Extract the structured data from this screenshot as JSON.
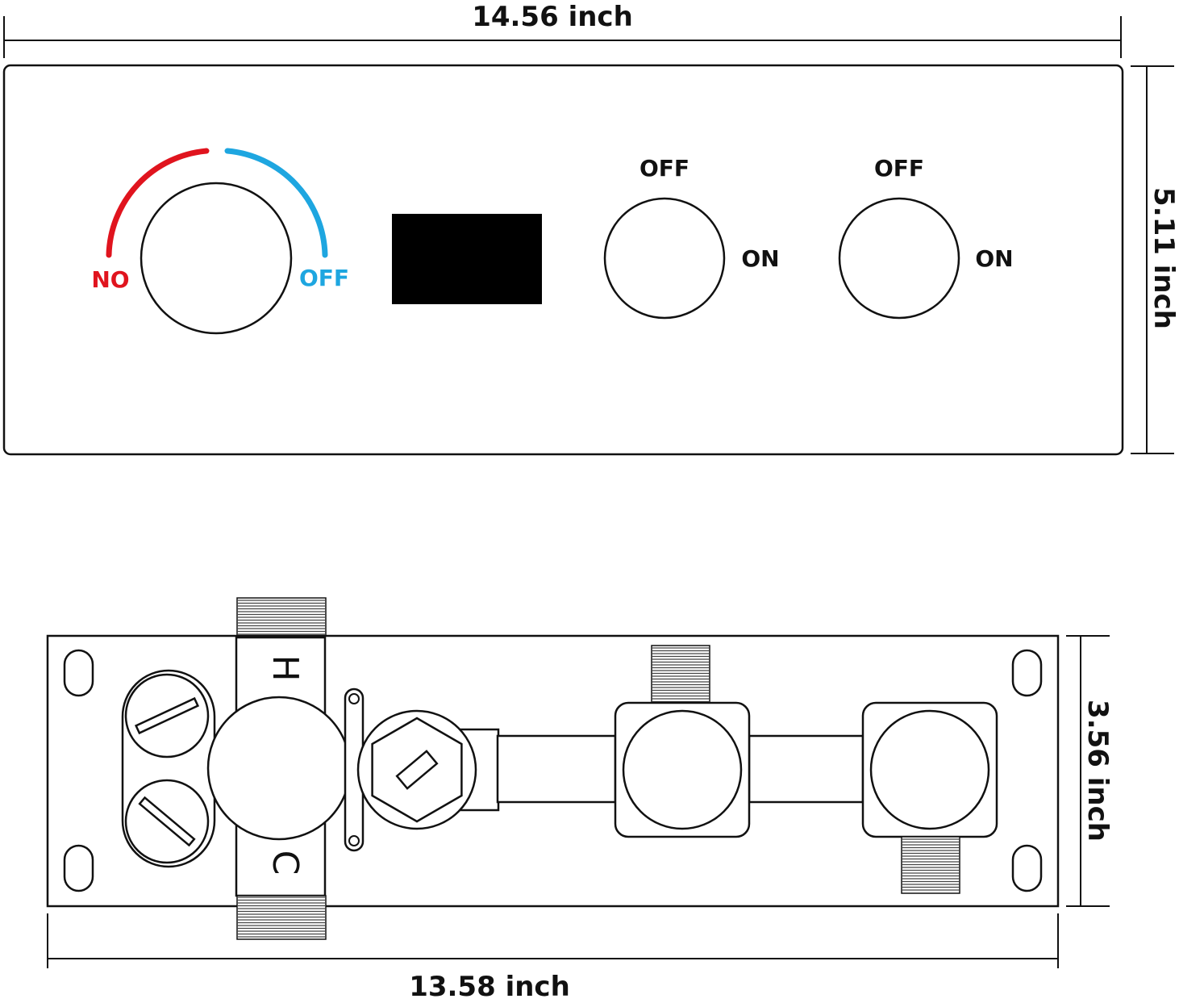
{
  "dimensions": {
    "faceplate_width": "14.56 inch",
    "faceplate_height": "5.11 inch",
    "valve_height": "3.56 inch",
    "valve_width": "13.58 inch"
  },
  "faceplate": {
    "temp_dial": {
      "hot_label": "NO",
      "cold_label": "OFF"
    },
    "switch_1": {
      "off_label": "OFF",
      "on_label": "ON"
    },
    "switch_2": {
      "off_label": "OFF",
      "on_label": "ON"
    }
  },
  "valve_body": {
    "hot_mark": "H",
    "cold_mark": "C"
  },
  "colors": {
    "hot": "#e0141e",
    "cold": "#1ea6e0",
    "line": "#111111",
    "display": "#000000"
  }
}
